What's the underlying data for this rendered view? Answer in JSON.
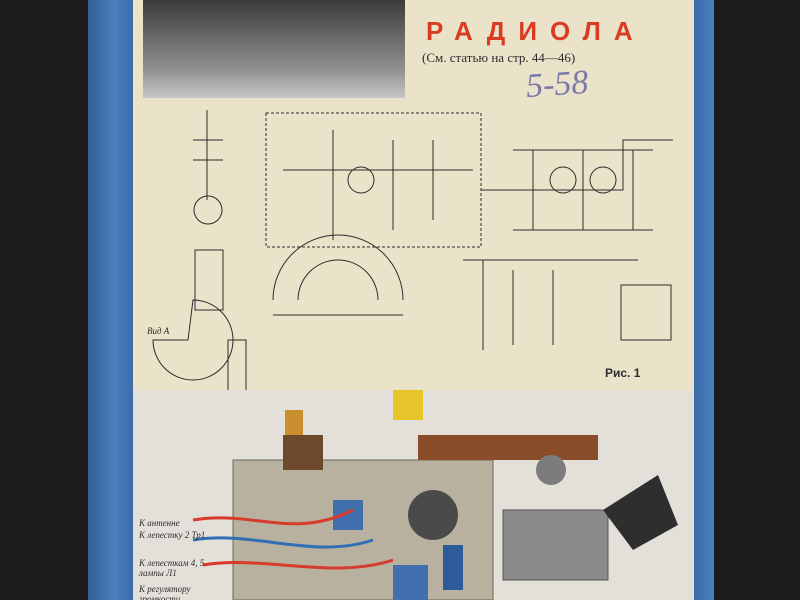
{
  "header": {
    "title": "РАДИОЛА",
    "subtitle": "(См. статью на стр. 44—46)",
    "handwritten_note": "5-58"
  },
  "figure": {
    "caption": "Рис. 1",
    "view_label": "Вид А"
  },
  "photo_labels": [
    "К антенне",
    "К лепестку 2 Тр1",
    "К лепесткам 4, 5 лампы Л1",
    "К регулятору громкости"
  ],
  "colors": {
    "spine": "#3f73b4",
    "paper": "#ebe3c9",
    "title": "#d93b23",
    "ink": "#2b2b2b",
    "note_ink": "#7b79a8"
  }
}
